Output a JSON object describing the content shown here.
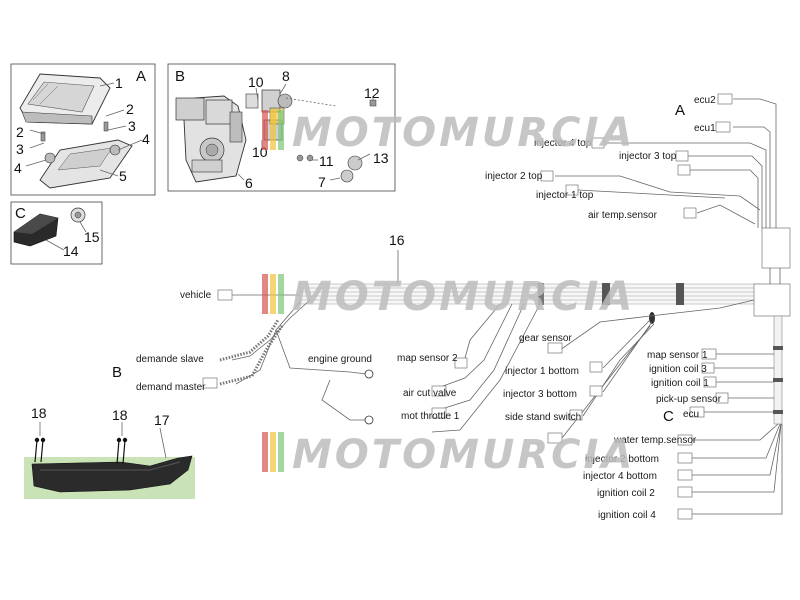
{
  "panels": {
    "a": {
      "letter": "A"
    },
    "b": {
      "letter": "B"
    },
    "c": {
      "letter": "C"
    }
  },
  "part_numbers": {
    "p1": "1",
    "p2a": "2",
    "p2b": "2",
    "p3a": "3",
    "p3b": "3",
    "p4a": "4",
    "p4b": "4",
    "p5": "5",
    "p6": "6",
    "p7": "7",
    "p8": "8",
    "p10a": "10",
    "p10b": "10",
    "p11": "11",
    "p12": "12",
    "p13": "13",
    "p14": "14",
    "p15": "15",
    "p16": "16",
    "p17": "17",
    "p18a": "18",
    "p18b": "18"
  },
  "group_letters": {
    "a": "A",
    "b": "B",
    "c": "C"
  },
  "connectors": {
    "ecu2": "ecu2",
    "ecu1": "ecu1",
    "injector_4_top": "injector 4 top",
    "injector_3_top": "injector 3 top",
    "injector_2_top": "injector 2 top",
    "injector_1_top": "injector 1 top",
    "air_temp_sensor": "air temp.sensor",
    "vehicle": "vehicle",
    "gear_sensor": "gear sensor",
    "map_sensor_2": "map sensor 2",
    "engine_ground": "engine ground",
    "demande_slave": "demande slave",
    "demand_master": "demand master",
    "air_cut_valve": "air cut valve",
    "mot_throttle_1": "mot throttle 1",
    "injector_1_bottom": "injector 1 bottom",
    "injector_3_bottom": "injector 3 bottom",
    "side_stand_switch": "side stand switch",
    "map_sensor_1": "map sensor 1",
    "ignition_coil_3": "ignition coil 3",
    "ignition_coil_1": "ignition coil 1",
    "pick_up_sensor": "pick-up sensor",
    "ecu": "ecu",
    "water_temp_sensor": "water temp.sensor",
    "injector_2_bottom": "injector 2 bottom",
    "injector_4_bottom": "injector 4 bottom",
    "ignition_coil_2": "ignition coil 2",
    "ignition_coil_4": "ignition coil 4"
  },
  "watermark": "MOTOMURCIA",
  "colors": {
    "wm_red": "#d9534f",
    "wm_yellow": "#f0c43c",
    "wm_green": "#7cc47c",
    "harness_green": "#9ccb7a"
  }
}
